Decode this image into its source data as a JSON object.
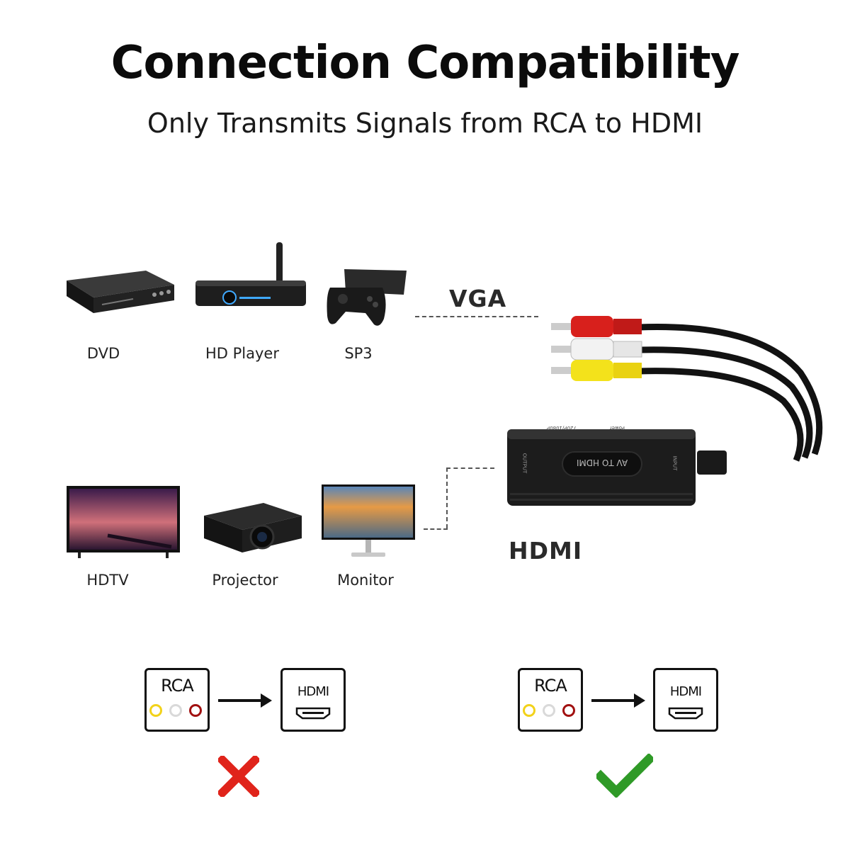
{
  "header": {
    "title": "Connection Compatibility",
    "subtitle": "Only Transmits Signals from RCA to HDMI"
  },
  "devices_top": [
    {
      "label": "DVD",
      "icon": "dvd-player-icon"
    },
    {
      "label": "HD Player",
      "icon": "hd-player-icon"
    },
    {
      "label": "SP3",
      "icon": "game-console-icon"
    }
  ],
  "devices_bottom": [
    {
      "label": "HDTV",
      "icon": "tv-icon"
    },
    {
      "label": "Projector",
      "icon": "projector-icon"
    },
    {
      "label": "Monitor",
      "icon": "monitor-icon"
    }
  ],
  "connections": {
    "top_label": "VGA",
    "bottom_label": "HDMI"
  },
  "converter": {
    "name": "AV TO HDMI",
    "output_port": "OUTPUT",
    "input_port": "INPUT",
    "power_text": "Power",
    "resolution_text": "720P/1080P"
  },
  "compatibility": [
    {
      "from": "RCA",
      "to": "HDMI",
      "supported": false,
      "mark": "cross-icon"
    },
    {
      "from": "RCA",
      "to": "HDMI",
      "supported": true,
      "mark": "check-icon"
    }
  ],
  "colors": {
    "cross": "#e0241b",
    "check": "#2f9a27",
    "rca_yellow": "#f2d21a",
    "rca_white": "#d9d9d9",
    "rca_red": "#a11010",
    "device_body": "#1b1b1b"
  }
}
